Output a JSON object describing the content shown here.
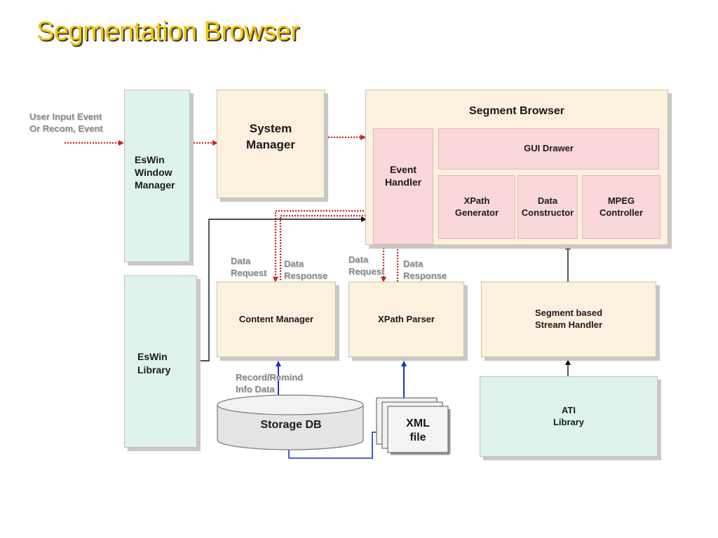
{
  "title": "Segmentation Browser",
  "labels": {
    "user_input": "User Input Event\nOr Recom, Event",
    "data_request_1": "Data\nRequest",
    "data_response_1": "Data\nResponse",
    "data_request_2": "Data\nRequest",
    "data_response_2": "Data\nResponse",
    "record_remind": "Record/Remind\nInfo Data"
  },
  "boxes": {
    "eswin_window_manager": "EsWin\nWindow\nManager",
    "system_manager": "System\nManager",
    "segment_browser": "Segment Browser",
    "event_handler": "Event\nHandler",
    "gui_drawer": "GUI Drawer",
    "xpath_generator": "XPath\nGenerator",
    "data_constructor": "Data\nConstructor",
    "mpeg_controller": "MPEG\nController",
    "eswin_library": "EsWin\nLibrary",
    "content_manager": "Content Manager",
    "xpath_parser": "XPath Parser",
    "segment_stream_handler": "Segment based\nStream Handler",
    "storage_db": "Storage DB",
    "xml_file": "XML\nfile",
    "ati_library": "ATI\nLibrary"
  },
  "colors": {
    "title": "#f5c400",
    "beige_box": "#fbf1de",
    "mint_box": "#def3ec",
    "pink_box": "#fad7d9",
    "dotted_arrow": "#d02020",
    "blue_arrow": "#1f2fc8"
  }
}
